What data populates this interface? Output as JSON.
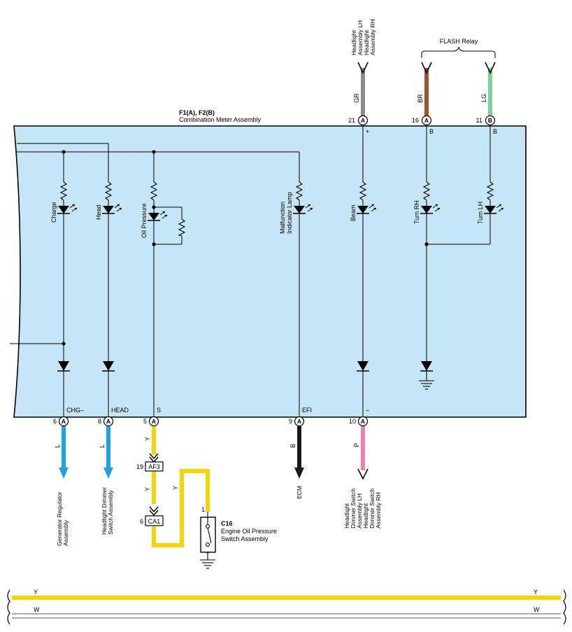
{
  "meter": {
    "title": "F1(A), F2(B)",
    "subtitle": "Combination Meter Assembly"
  },
  "lamps": {
    "charge": "Charge",
    "head": "Head",
    "oil": "Oil Pressure",
    "malf_1": "Malfunction",
    "malf_2": "Indicator Lamp",
    "beam": "Beam",
    "turn_rh": "Turn RH",
    "turn_lh": "Turn LH"
  },
  "top_pins": {
    "p21": {
      "num": "21",
      "conn": "A",
      "term": "+",
      "wire": "GR",
      "color": "#8c8c8c",
      "dest": [
        "Headlight",
        "Assembly LH",
        "Headlight",
        "Assembly RH"
      ]
    },
    "p16": {
      "num": "16",
      "conn": "A",
      "term": "B",
      "wire": "BR",
      "color": "#a0522d"
    },
    "p11": {
      "num": "11",
      "conn": "B",
      "term": "B",
      "wire": "LG",
      "color": "#7fcf9a"
    }
  },
  "flash_relay": "FLASH Relay",
  "bottom_pins": {
    "p6": {
      "num": "6",
      "conn": "A",
      "term": "CHG–",
      "wire": "L",
      "color": "#1aa3e0",
      "dest": [
        "Generator Regulator",
        "Assembly"
      ]
    },
    "p8": {
      "num": "8",
      "conn": "A",
      "term": "HEAD",
      "wire": "L",
      "color": "#1aa3e0",
      "dest": [
        "Headlight Dimmer",
        "Switch Assembly"
      ]
    },
    "p5": {
      "num": "5",
      "conn": "A",
      "term": "S",
      "wire": "Y",
      "color": "#f7d500"
    },
    "p9": {
      "num": "9",
      "conn": "A",
      "term": "EFI",
      "wire": "B",
      "color": "#1a1a1a",
      "dest": [
        "ECM"
      ]
    },
    "p10": {
      "num": "10",
      "conn": "A",
      "term": "–",
      "wire": "P",
      "color": "#ef7fb5",
      "dest": [
        "Headlight",
        "Dimmer Switch",
        "Assembly LH",
        "Headlight",
        "Dimmer Switch",
        "Assembly RH"
      ]
    }
  },
  "connectors": {
    "af3": {
      "pin": "19",
      "name": "AF3"
    },
    "ca1": {
      "pin": "6",
      "name": "CA1"
    }
  },
  "y_wires": {
    "w1": "Y",
    "w2": "Y",
    "w3": "Y"
  },
  "switch": {
    "pin": "1",
    "code": "C16",
    "name_1": "Engine Oil Pressure",
    "name_2": "Switch Assembly"
  },
  "bus": {
    "y": {
      "left": "Y",
      "right": "Y",
      "color": "#f7d500"
    },
    "w": {
      "left": "W",
      "right": "W"
    }
  }
}
